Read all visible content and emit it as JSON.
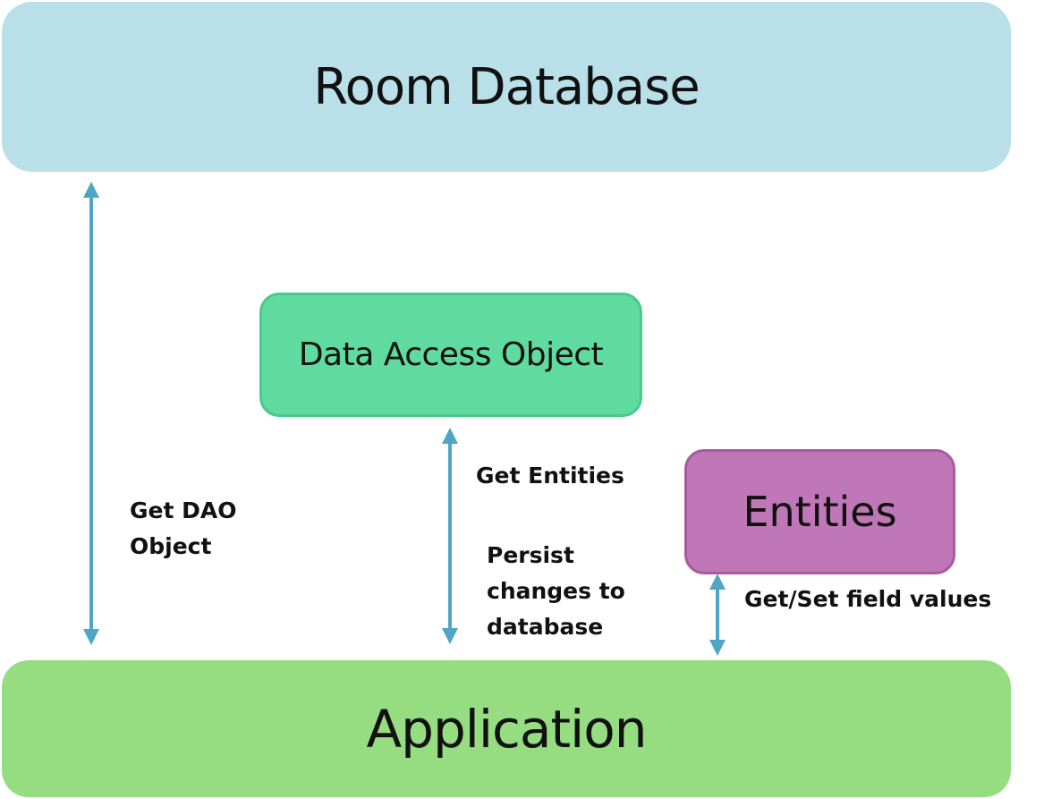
{
  "boxes": {
    "room_database": "Room Database",
    "dao": "Data Access Object",
    "entities": "Entities",
    "application": "Application"
  },
  "labels": {
    "get_dao": "Get DAO\nObject",
    "get_entities": "Get Entities",
    "persist": "Persist\nchanges to\ndatabase",
    "get_set": "Get/Set field values"
  },
  "colors": {
    "room_database": "#b9dfe9",
    "dao": "#5fdb9f",
    "entities": "#c077b7",
    "application": "#95dd80",
    "arrow": "#4ea6c4"
  }
}
